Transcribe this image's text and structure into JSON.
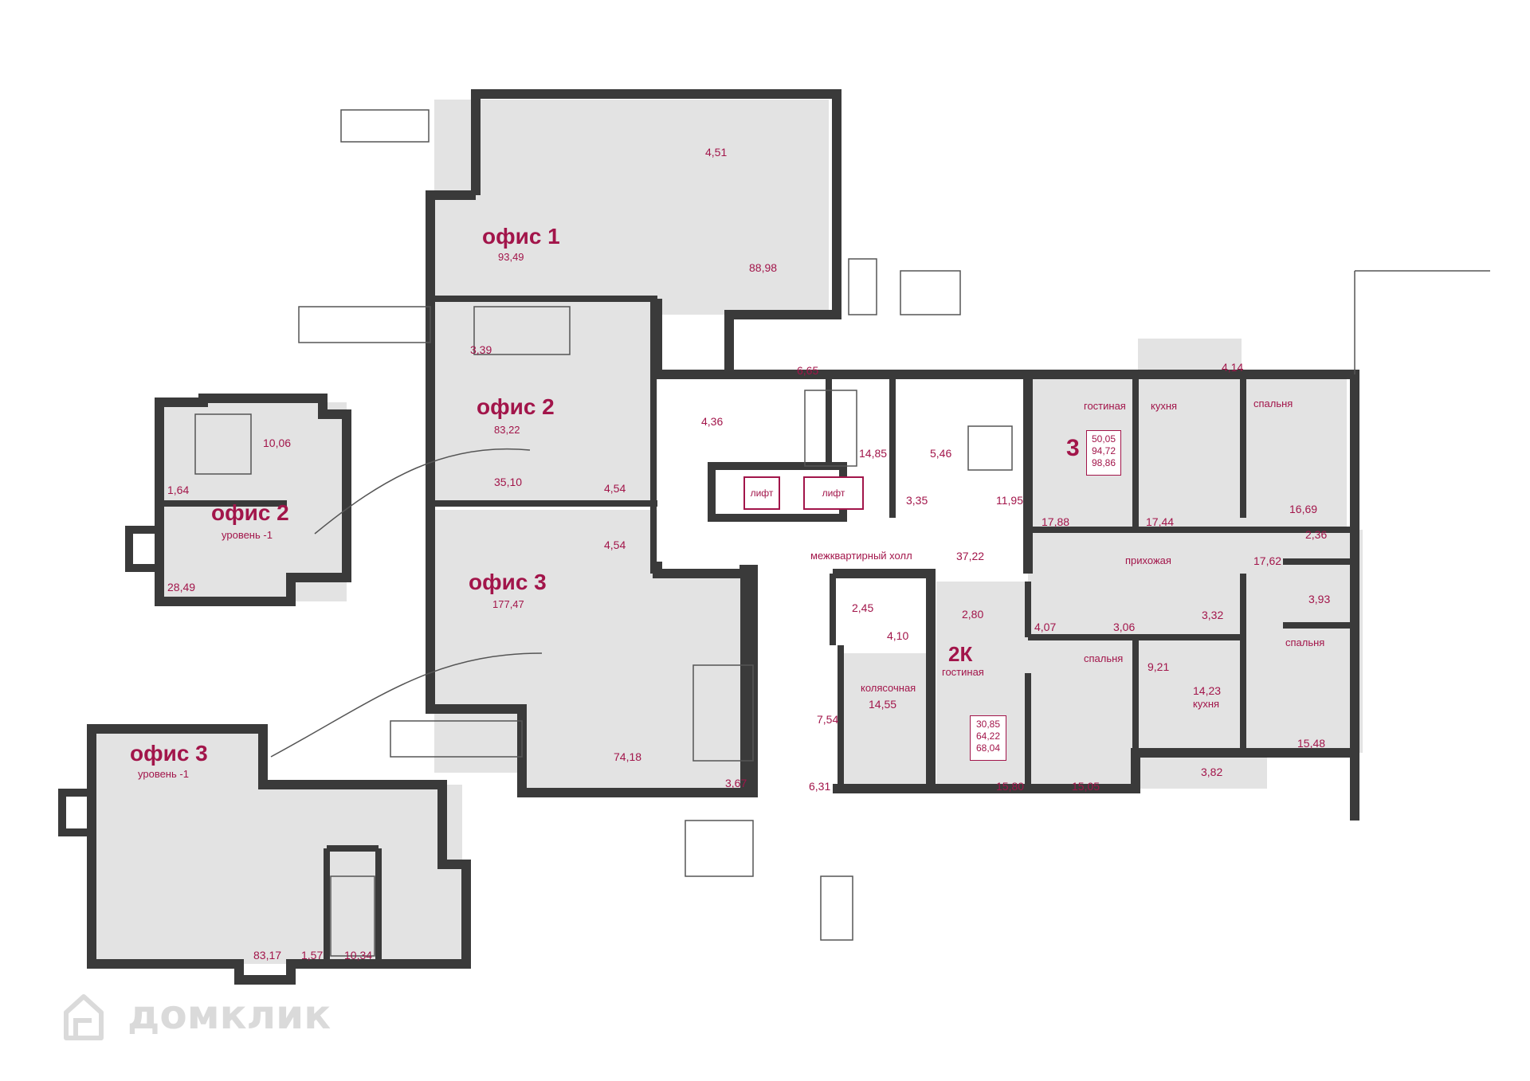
{
  "colors": {
    "wall": "#3a3a3a",
    "floor": "#e3e3e3",
    "accent": "#a2154a",
    "line": "#555555"
  },
  "offices": [
    {
      "id": "office1",
      "title": "офис 1",
      "total": "93,49"
    },
    {
      "id": "office2",
      "title": "офис 2",
      "total": "83,22"
    },
    {
      "id": "office3",
      "title": "офис 3",
      "total": "177,47"
    },
    {
      "id": "office2_lower",
      "title": "офис 2",
      "level": "уровень -1"
    },
    {
      "id": "office3_lower",
      "title": "офис 3",
      "level": "уровень -1"
    }
  ],
  "areas": {
    "o1_main": "88,98",
    "o1_wc": "4,51",
    "o2_stairs": "3,39",
    "o2_main": "35,10",
    "o2_wc": "4,54",
    "o3_wc": "4,54",
    "o3_main": "74,18",
    "o3_stairs": "3,67",
    "o2l_stairs": "10,06",
    "o2l_small": "1,64",
    "o2l_main": "28,49",
    "o3l_main": "83,17",
    "o3l_small": "1,57",
    "o3l_stairs": "10,34",
    "corr_436": "4,36",
    "stair_665": "6,65",
    "stair_1485": "14,85",
    "lobby_546": "5,46",
    "hall_335": "3,35",
    "hall_1195": "11,95",
    "wc_245": "2,45",
    "wc_410": "4,10",
    "stroller": "14,55",
    "vest_754": "7,54",
    "vest_631": "6,31",
    "a3_living": "17,88",
    "a3_kitchen": "17,44",
    "a3_loggia": "4,14",
    "a3_bed1": "16,69",
    "a3_wc": "2,36",
    "a3_hall": "17,62",
    "a3_bath": "3,93",
    "a3_closet": "3,32",
    "a3_bed2": "15,48",
    "a2_closet": "2,80",
    "a2_bath1": "4,07",
    "a2_bath2": "3,06",
    "a2_corr": "9,21",
    "a2_kitchen": "14,23",
    "a2_living": "15,80",
    "a2_bed": "15,05",
    "a2_loggia": "3,82"
  },
  "rooms": {
    "lift": "лифт",
    "hall": "межквартирный холл",
    "hall_area": "37,22",
    "stroller": "колясочная",
    "living": "гостиная",
    "kitchen": "кухня",
    "bedroom": "спальня",
    "entry": "прихожая"
  },
  "apartments": [
    {
      "code": "3",
      "totals": [
        "50,05",
        "94,72",
        "98,86"
      ]
    },
    {
      "code": "2К",
      "totals": [
        "30,85",
        "64,22",
        "68,04"
      ]
    }
  ],
  "watermark": "домклик"
}
